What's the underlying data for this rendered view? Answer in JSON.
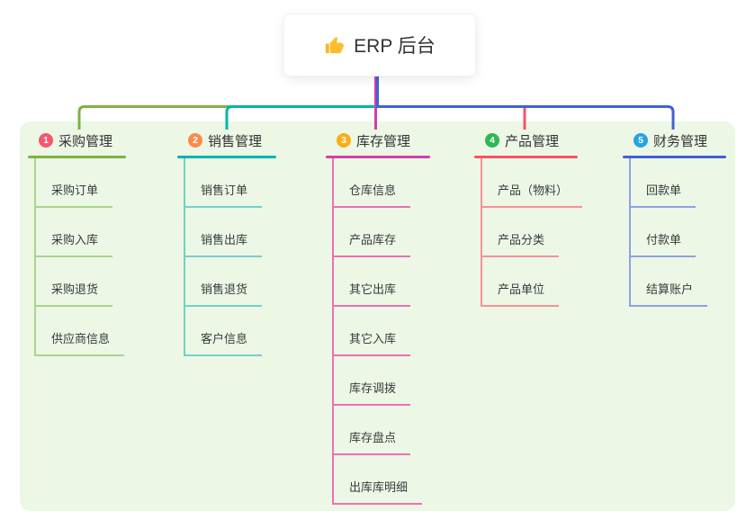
{
  "root": {
    "label": "ERP 后台",
    "icon": "thumbs-up-icon"
  },
  "colors": {
    "panel_bg": "#ecf7e6",
    "canvas_bg": "#ffffff",
    "title_text": "#333333",
    "child_text": "#3a3a3a"
  },
  "branches": [
    {
      "num": "1",
      "label": "采购管理",
      "color": "#7cb342",
      "light": "#a9d58b",
      "badge": "#f5576c",
      "children": [
        "采购订单",
        "采购入库",
        "采购退货",
        "供应商信息"
      ]
    },
    {
      "num": "2",
      "label": "销售管理",
      "color": "#00b5ad",
      "light": "#72d1c8",
      "badge": "#fb8a4b",
      "children": [
        "销售订单",
        "销售出库",
        "销售退货",
        "客户信息"
      ]
    },
    {
      "num": "3",
      "label": "库存管理",
      "color": "#d23fa6",
      "light": "#ee6fb5",
      "badge": "#fbad18",
      "children": [
        "仓库信息",
        "产品库存",
        "其它出库",
        "其它入库",
        "库存调拨",
        "库存盘点",
        "出库库明细"
      ]
    },
    {
      "num": "4",
      "label": "产品管理",
      "color": "#f5565f",
      "light": "#f79198",
      "badge": "#2db855",
      "children": [
        "产品（物料）",
        "产品分类",
        "产品单位"
      ]
    },
    {
      "num": "5",
      "label": "财务管理",
      "color": "#3f62d6",
      "light": "#8da2e4",
      "badge": "#27a4e0",
      "children": [
        "回款单",
        "付款单",
        "结算账户"
      ]
    }
  ]
}
